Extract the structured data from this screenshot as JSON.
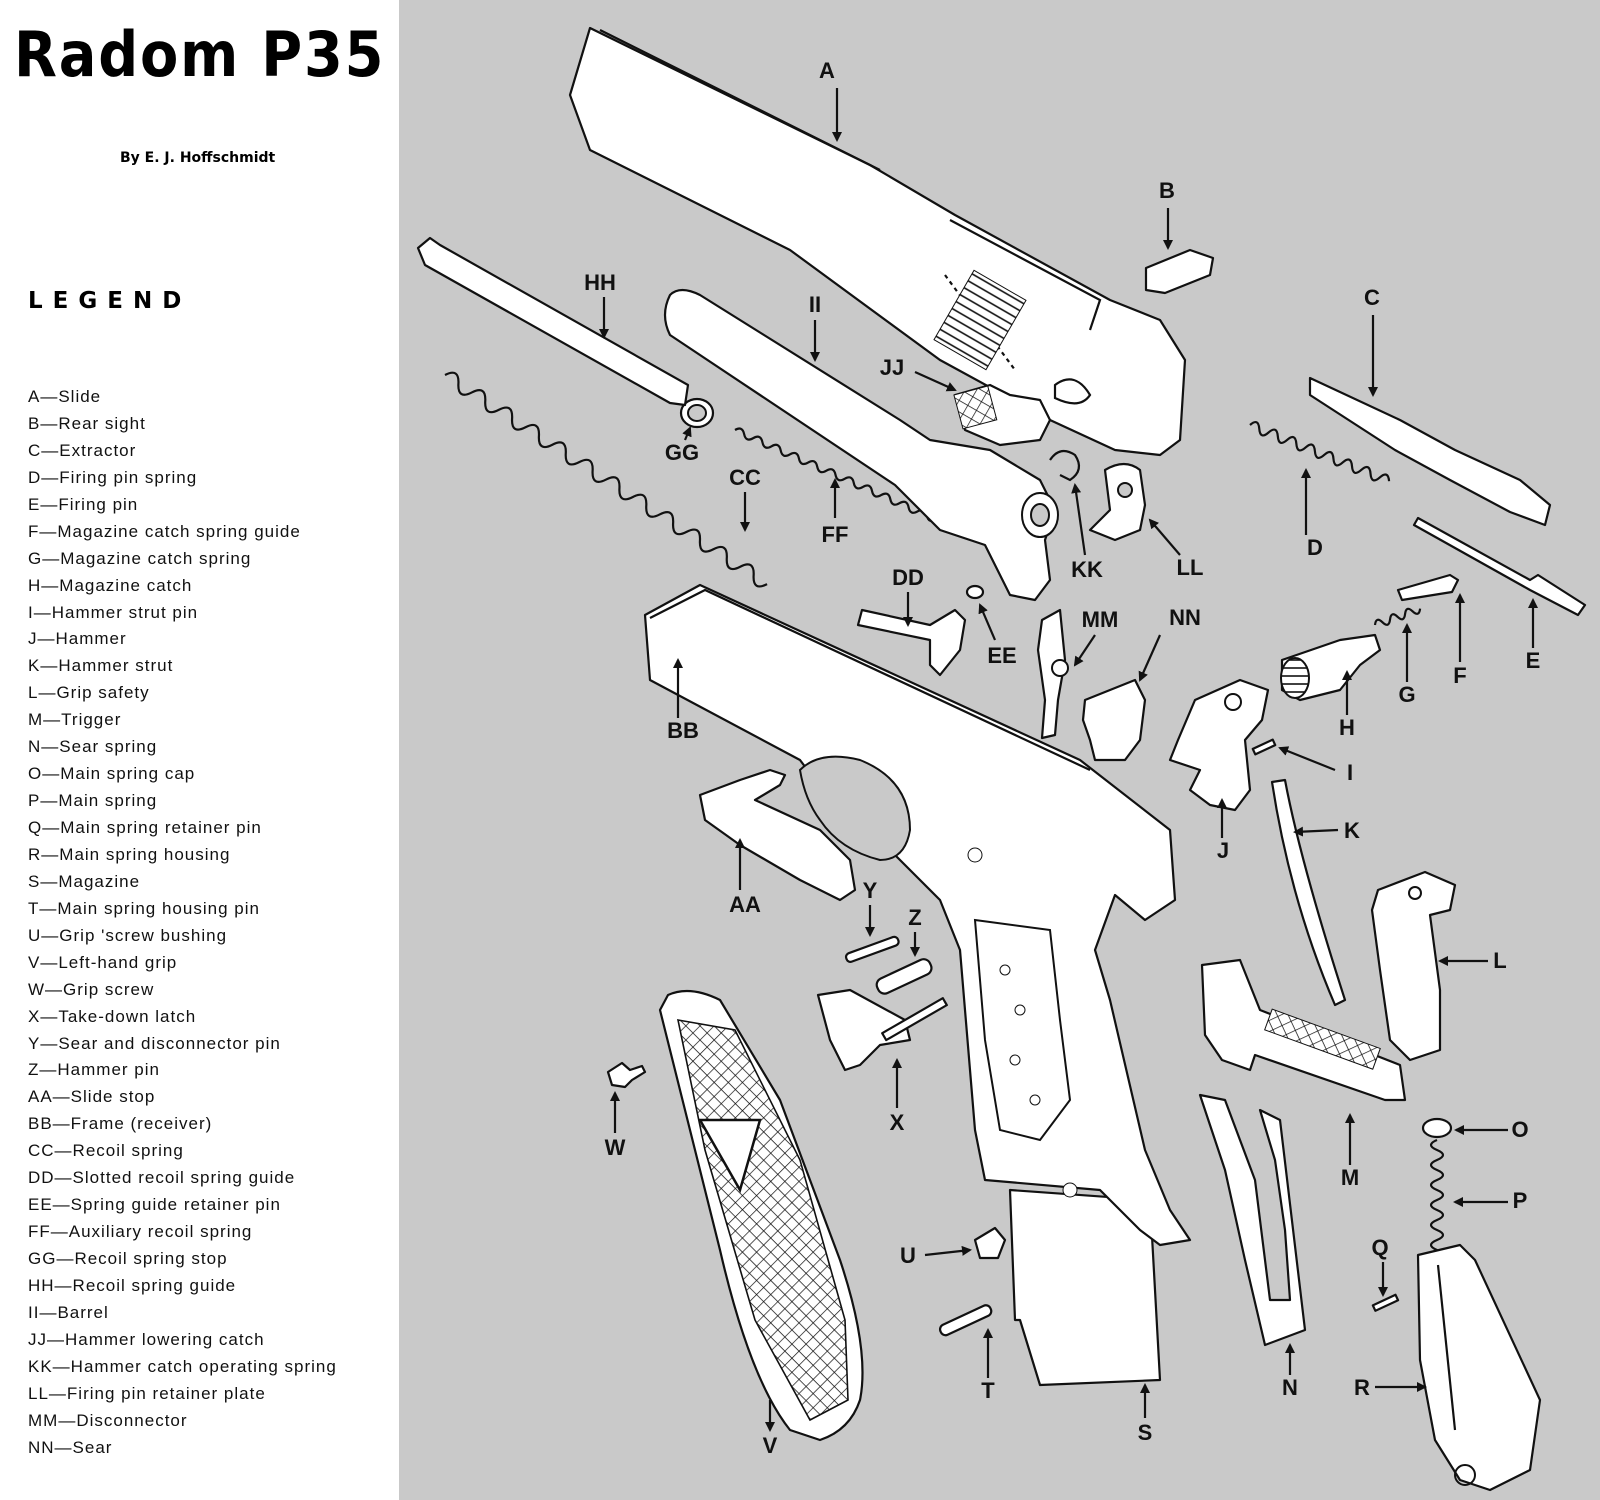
{
  "title": "Radom P35",
  "byline": "By E. J. Hoffschmidt",
  "legend_heading": "LEGEND",
  "legend": [
    "A—Slide",
    "B—Rear sight",
    "C—Extractor",
    "D—Firing pin spring",
    "E—Firing pin",
    "F—Magazine catch spring guide",
    "G—Magazine catch spring",
    "H—Magazine catch",
    "I—Hammer strut pin",
    "J—Hammer",
    "K—Hammer strut",
    "L—Grip safety",
    "M—Trigger",
    "N—Sear spring",
    "O—Main spring cap",
    "P—Main spring",
    "Q—Main spring retainer pin",
    "R—Main spring housing",
    "S—Magazine",
    "T—Main spring housing pin",
    "U—Grip 'screw bushing",
    "V—Left-hand grip",
    "W—Grip screw",
    "X—Take-down latch",
    "Y—Sear and disconnector pin",
    "Z—Hammer pin",
    "AA—Slide stop",
    "BB—Frame (receiver)",
    "CC—Recoil spring",
    "DD—Slotted recoil spring guide",
    "EE—Spring guide retainer pin",
    "FF—Auxiliary recoil spring",
    "GG—Recoil spring stop",
    "HH—Recoil spring guide",
    "II—Barrel",
    "JJ—Hammer lowering catch",
    "KK—Hammer catch operating spring",
    "LL—Firing pin retainer plate",
    "MM—Disconnector",
    "NN—Sear"
  ],
  "diagram_labels": {
    "A": "A",
    "B": "B",
    "C": "C",
    "D": "D",
    "E": "E",
    "F": "F",
    "G": "G",
    "H": "H",
    "I": "I",
    "J": "J",
    "K": "K",
    "L": "L",
    "M": "M",
    "N": "N",
    "O": "O",
    "P": "P",
    "Q": "Q",
    "R": "R",
    "S": "S",
    "T": "T",
    "U": "U",
    "V": "V",
    "W": "W",
    "X": "X",
    "Y": "Y",
    "Z": "Z",
    "AA": "AA",
    "BB": "BB",
    "CC": "CC",
    "DD": "DD",
    "EE": "EE",
    "FF": "FF",
    "GG": "GG",
    "HH": "HH",
    "II": "II",
    "JJ": "JJ",
    "KK": "KK",
    "LL": "LL",
    "MM": "MM",
    "NN": "NN"
  }
}
